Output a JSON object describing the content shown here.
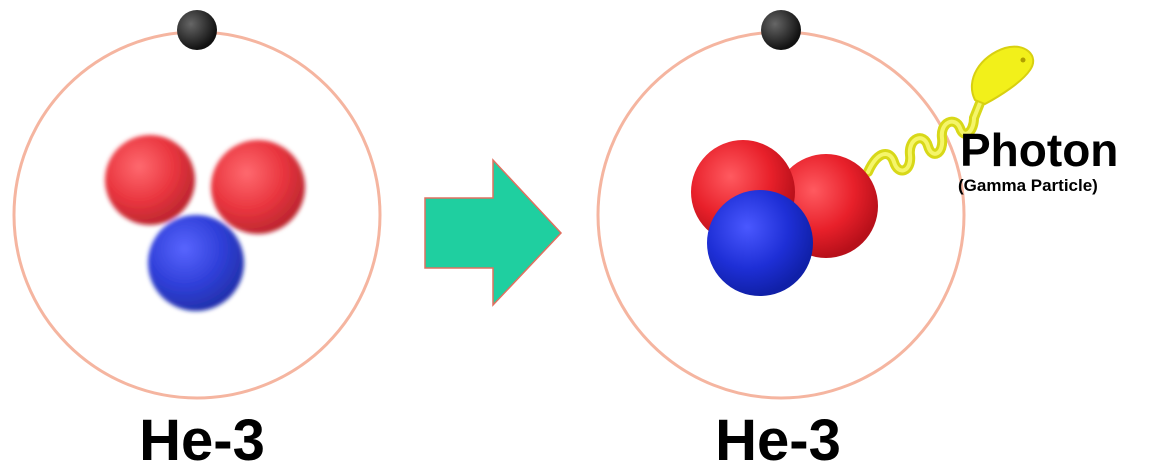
{
  "before": {
    "label": "He-3"
  },
  "after": {
    "label": "He-3",
    "photon_label": "Photon",
    "photon_sublabel": "(Gamma Particle)"
  },
  "colors": {
    "orbit": "#f5b5a0",
    "electron": "#222222",
    "proton": "#e8202a",
    "neutron": "#1e2fd6",
    "arrow": "#1fcfa0",
    "arrow_outline": "#e07060",
    "photon": "#f2f01a"
  }
}
